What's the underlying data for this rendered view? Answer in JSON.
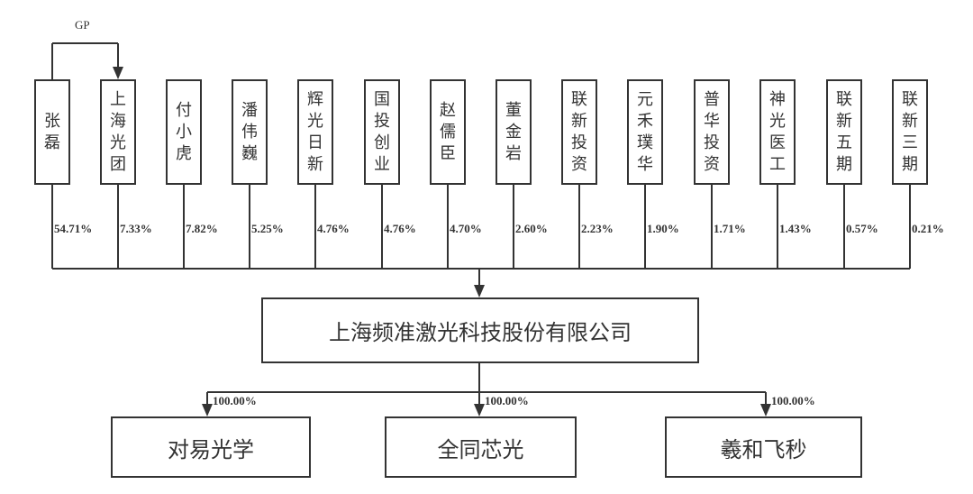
{
  "gp_label": "GP",
  "shareholders": [
    {
      "name": "张磊",
      "pct": "54.71%"
    },
    {
      "name": "上海光团",
      "pct": "7.33%"
    },
    {
      "name": "付小虎",
      "pct": "7.82%"
    },
    {
      "name": "潘伟巍",
      "pct": "5.25%"
    },
    {
      "name": "辉光日新",
      "pct": "4.76%"
    },
    {
      "name": "国投创业",
      "pct": "4.76%"
    },
    {
      "name": "赵儒臣",
      "pct": "4.70%"
    },
    {
      "name": "董金岩",
      "pct": "2.60%"
    },
    {
      "name": "联新投资",
      "pct": "2.23%"
    },
    {
      "name": "元禾璞华",
      "pct": "1.90%"
    },
    {
      "name": "普华投资",
      "pct": "1.71%"
    },
    {
      "name": "神光医工",
      "pct": "1.43%"
    },
    {
      "name": "联新五期",
      "pct": "0.57%"
    },
    {
      "name": "联新三期",
      "pct": "0.21%"
    }
  ],
  "company": "上海频准激光科技股份有限公司",
  "subsidiaries": [
    {
      "name": "对易光学",
      "pct": "100.00%"
    },
    {
      "name": "全同芯光",
      "pct": "100.00%"
    },
    {
      "name": "羲和飞秒",
      "pct": "100.00%"
    }
  ]
}
